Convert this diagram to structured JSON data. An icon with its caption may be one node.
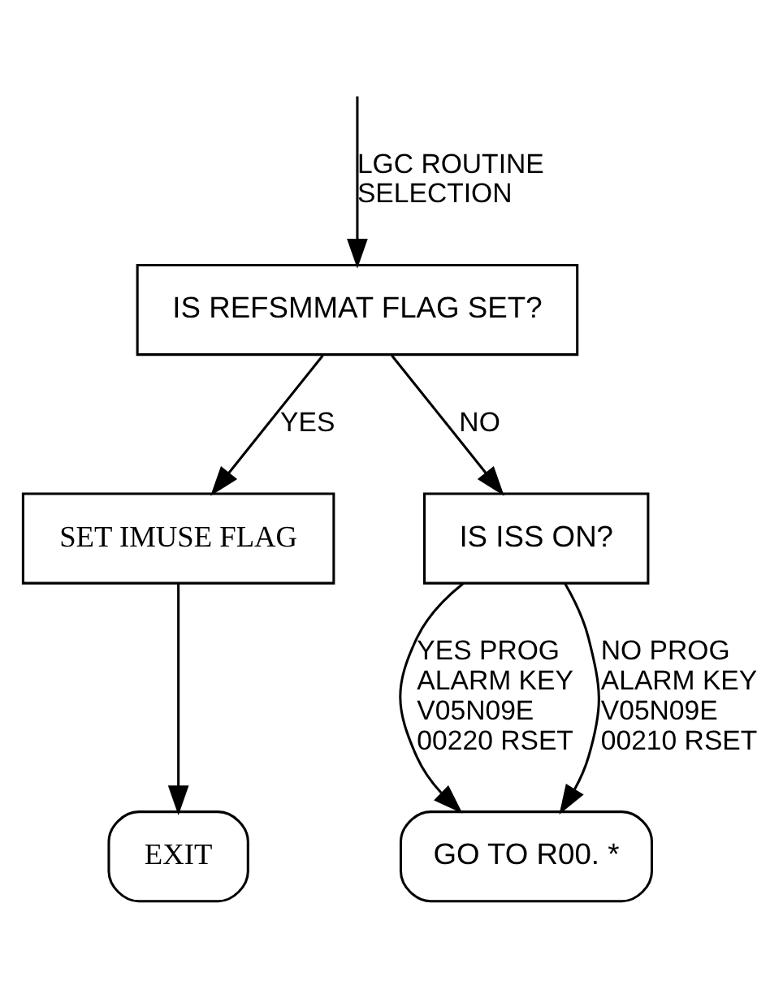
{
  "diagram": {
    "nodes": [
      {
        "text": [
          "IS REFSMMAT FLAG SET?"
        ]
      },
      {
        "text": [
          "SET IMUSE FLAG"
        ]
      },
      {
        "text": [
          "IS ISS ON?"
        ]
      },
      {
        "text": [
          "EXIT"
        ]
      },
      {
        "text": [
          "GO TO R00. *"
        ]
      }
    ],
    "edges": [
      {
        "from": null,
        "to": 0,
        "arrow": "to",
        "label": "LGC ROUTINE SELECTION"
      },
      {
        "from": 0,
        "to": 1,
        "arrow": "to",
        "label": "YES"
      },
      {
        "from": 0,
        "to": 2,
        "arrow": "to",
        "label": "NO"
      },
      {
        "from": 1,
        "to": 3,
        "arrow": "to"
      },
      {
        "from": 2,
        "to": 4,
        "arrow": "to",
        "label": "YES PROG ALARM KEY V05N09E 00220 RSET"
      },
      {
        "from": 2,
        "to": 4,
        "arrow": "to",
        "label": "NO PROG ALARM KEY V05N09E 00210 RSET"
      }
    ]
  }
}
